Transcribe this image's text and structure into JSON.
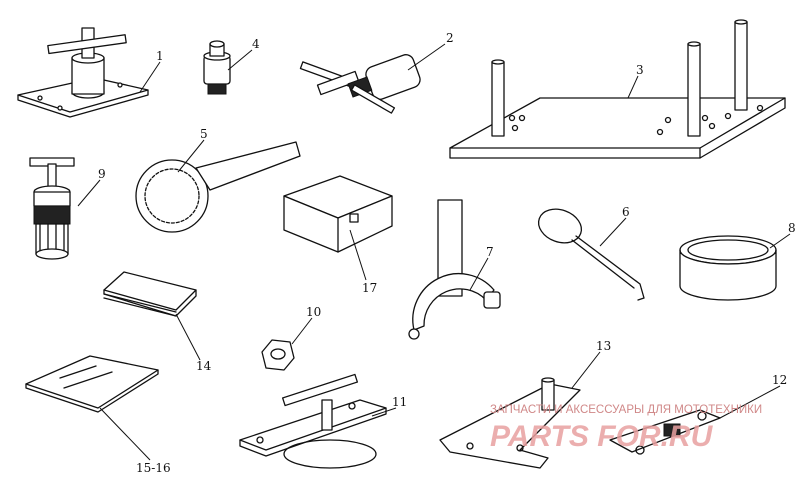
{
  "labels": {
    "l1": "1",
    "l2": "2",
    "l3": "3",
    "l4": "4",
    "l5": "5",
    "l6": "6",
    "l7": "7",
    "l8": "8",
    "l9": "9",
    "l10": "10",
    "l11": "11",
    "l12": "12",
    "l13": "13",
    "l14": "14",
    "l15_16": "15-16",
    "l17": "17"
  },
  "watermark": {
    "line1": "ЗАПЧАСТИ И АКСЕССУАРЫ ДЛЯ МОТОТЕХНИКИ",
    "line2": "PARTS FOR.RU",
    "color": "#e8a0a0"
  }
}
